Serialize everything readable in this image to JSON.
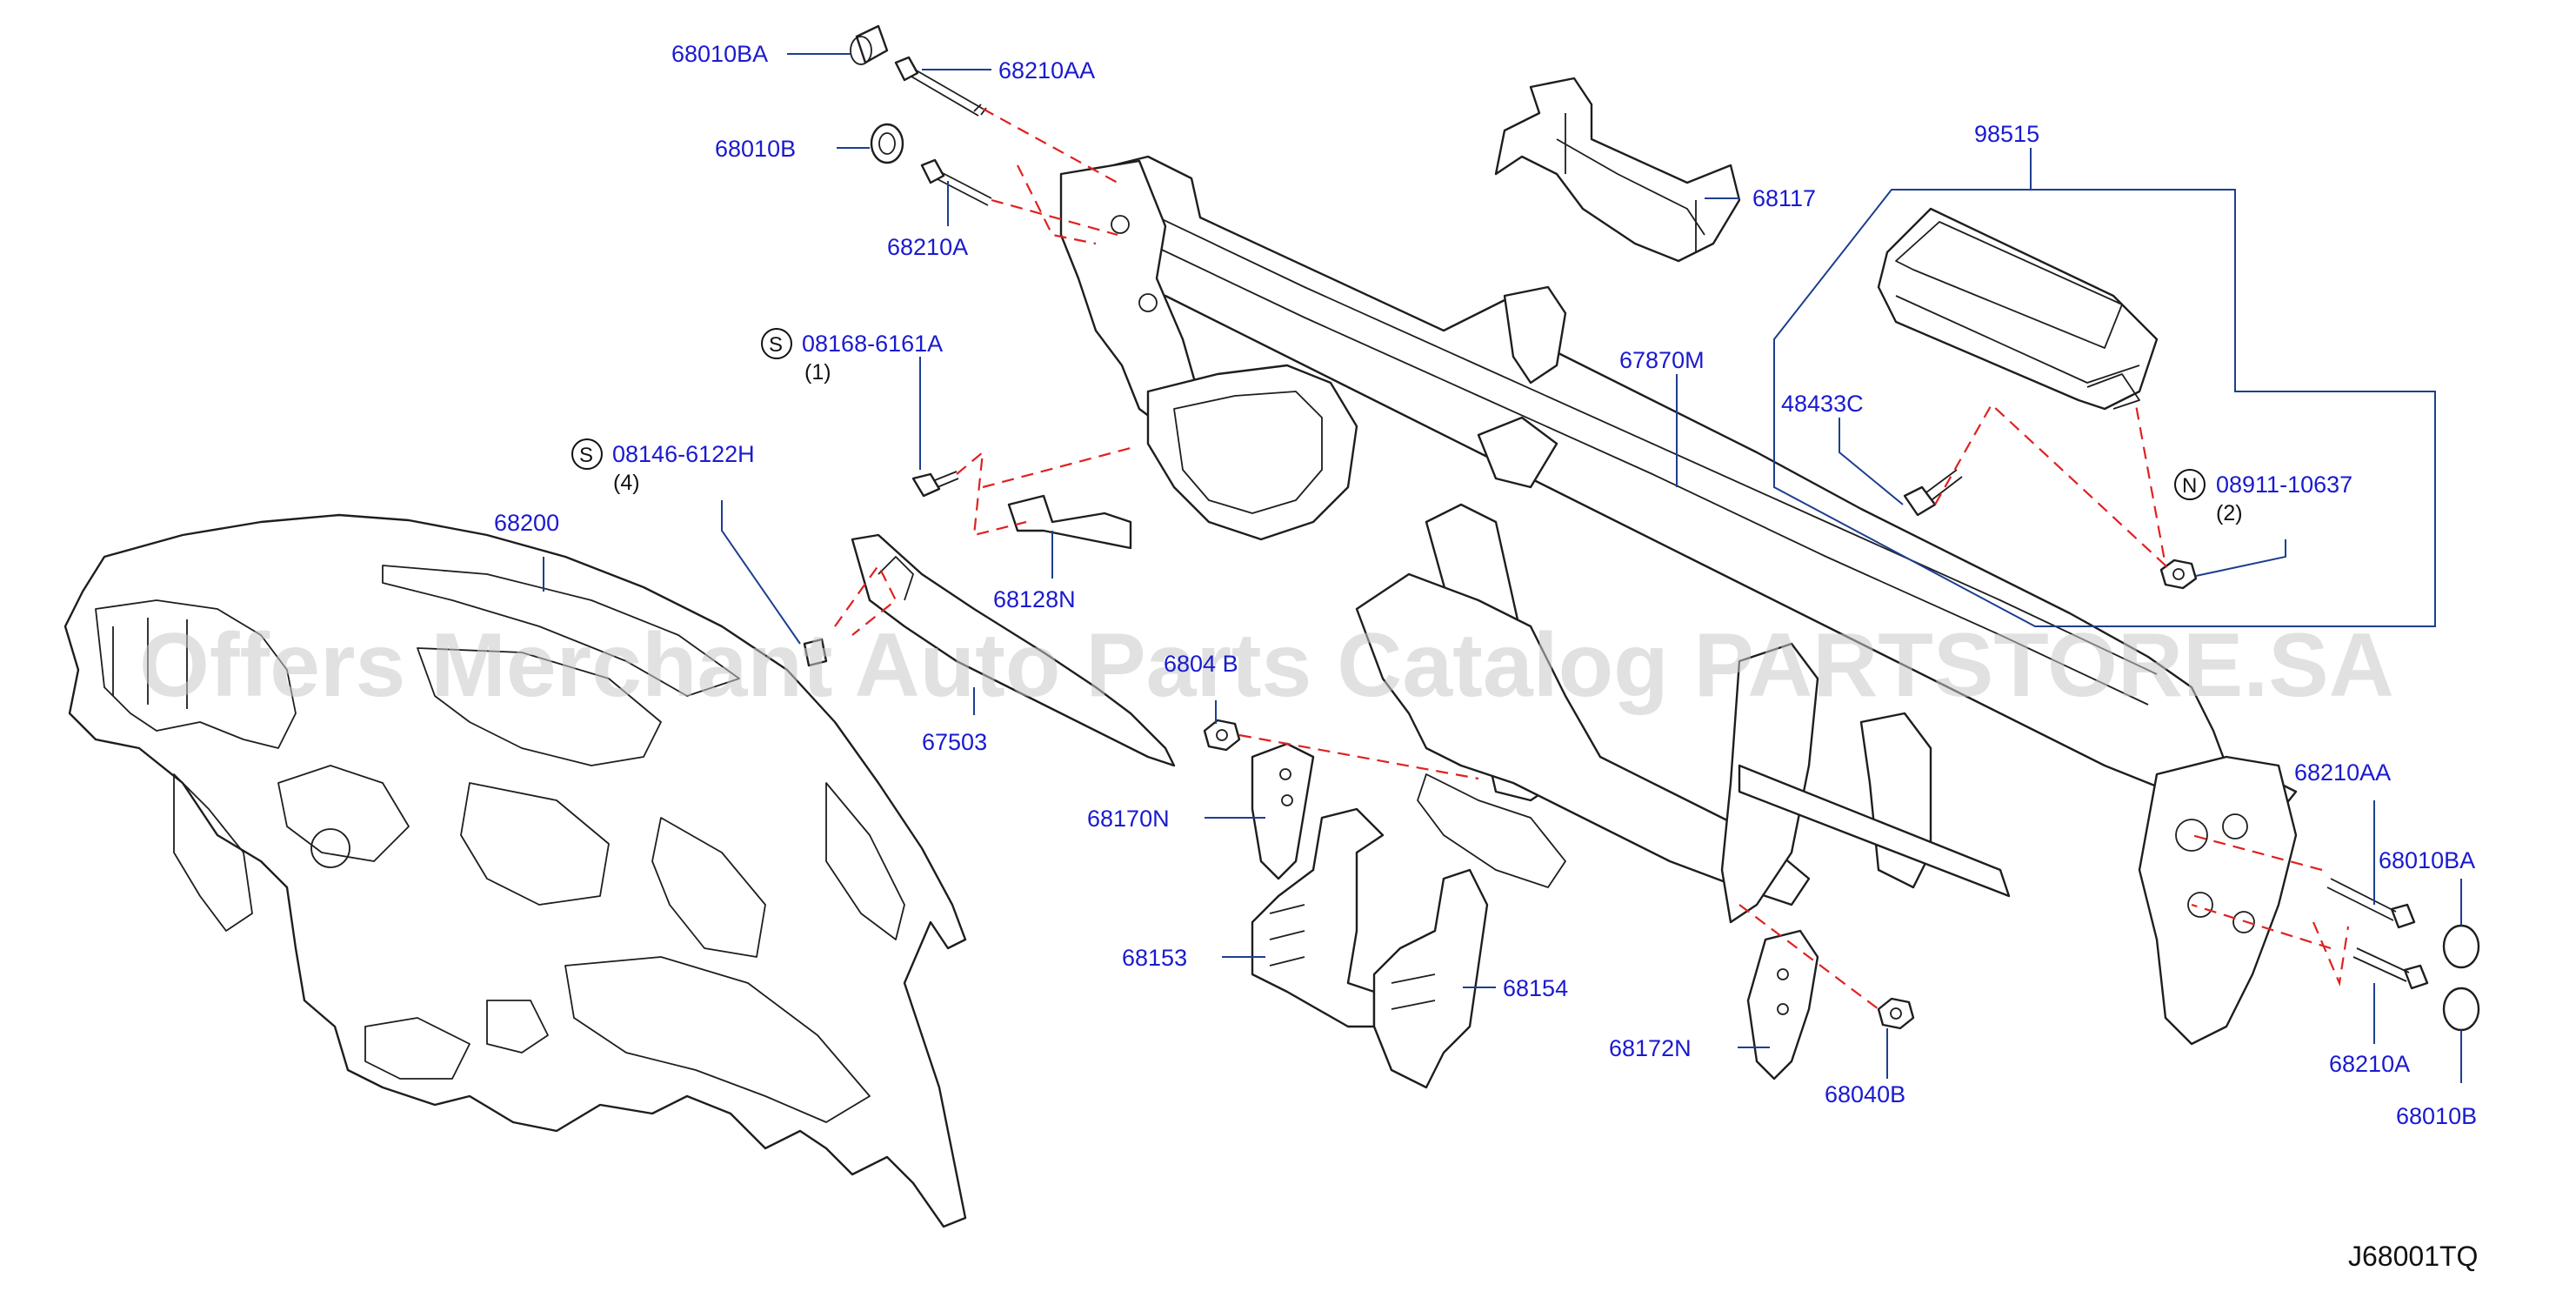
{
  "diagram": {
    "callouts": [
      {
        "id": "c1",
        "text": "68010BA"
      },
      {
        "id": "c2",
        "text": "68210AA"
      },
      {
        "id": "c3",
        "text": "68010B"
      },
      {
        "id": "c4",
        "text": "68210A"
      },
      {
        "id": "c5",
        "text": "08168-6161A",
        "symbol": "S",
        "qty": "(1)"
      },
      {
        "id": "c6",
        "text": "08146-6122H",
        "symbol": "S",
        "qty": "(4)"
      },
      {
        "id": "c7",
        "text": "68200"
      },
      {
        "id": "c8",
        "text": "68128N"
      },
      {
        "id": "c9",
        "text": "67503"
      },
      {
        "id": "c10",
        "text": "68117"
      },
      {
        "id": "c11",
        "text": "98515"
      },
      {
        "id": "c12",
        "text": "67870M"
      },
      {
        "id": "c13",
        "text": "48433C"
      },
      {
        "id": "c14",
        "text": "08911-10637",
        "symbol": "N",
        "qty": "(2)"
      },
      {
        "id": "c15",
        "text": "6804 B"
      },
      {
        "id": "c16",
        "text": "68170N"
      },
      {
        "id": "c17",
        "text": "68153"
      },
      {
        "id": "c18",
        "text": "68154"
      },
      {
        "id": "c19",
        "text": "68172N"
      },
      {
        "id": "c20",
        "text": "68040B"
      },
      {
        "id": "c21",
        "text": "68210AA"
      },
      {
        "id": "c22",
        "text": "68010BA"
      },
      {
        "id": "c23",
        "text": "68210A"
      },
      {
        "id": "c24",
        "text": "68010B"
      }
    ],
    "diagram_code": "J68001TQ",
    "watermark": "Offers Merchant Auto Parts Catalog PARTSTORE.SA"
  },
  "colors": {
    "label": "#1a1ad0",
    "leader": "#1d3f8f",
    "dash": "#e02020",
    "line": "#1e1e1e",
    "watermark": "#c9c9c9"
  }
}
